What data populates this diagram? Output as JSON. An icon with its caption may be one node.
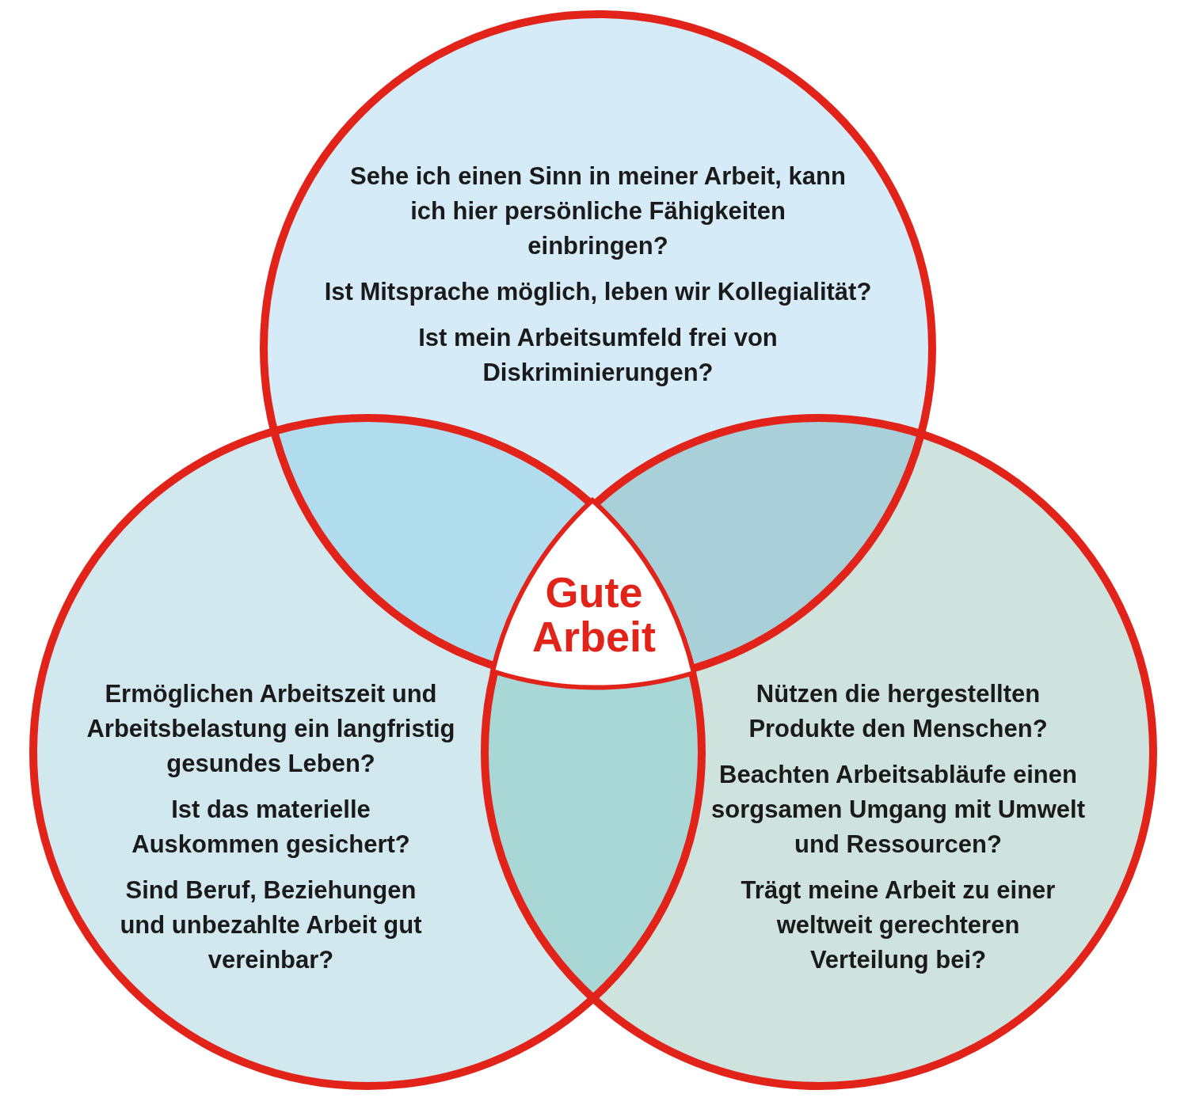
{
  "diagram": {
    "nodes": [
      {
        "text": [
          "Sehe ich einen Sinn in meiner Arbeit, kann ich hier persönliche Fähigkeiten einbringen?",
          "Ist Mitsprache möglich, leben wir Kollegialität?",
          "Ist mein Arbeitsumfeld frei von Diskriminierungen?"
        ]
      },
      {
        "text": [
          "Ermöglichen Arbeitszeit und Arbeitsbelastung ein langfristig gesundes Leben?",
          "Ist das materielle Auskommen gesichert?",
          "Sind Beruf, Beziehungen und unbezahlte Arbeit gut vereinbar?"
        ]
      },
      {
        "text": [
          "Nützen die hergestellten Produkte den Menschen?",
          "Beachten Arbeitsabläufe einen sorgsamen Umgang mit Umwelt und Ressourcen?",
          "Trägt meine Arbeit zu einer weltweit gerechteren Verteilung bei?"
        ]
      },
      {
        "text": [
          "Gute Arbeit"
        ]
      }
    ]
  }
}
